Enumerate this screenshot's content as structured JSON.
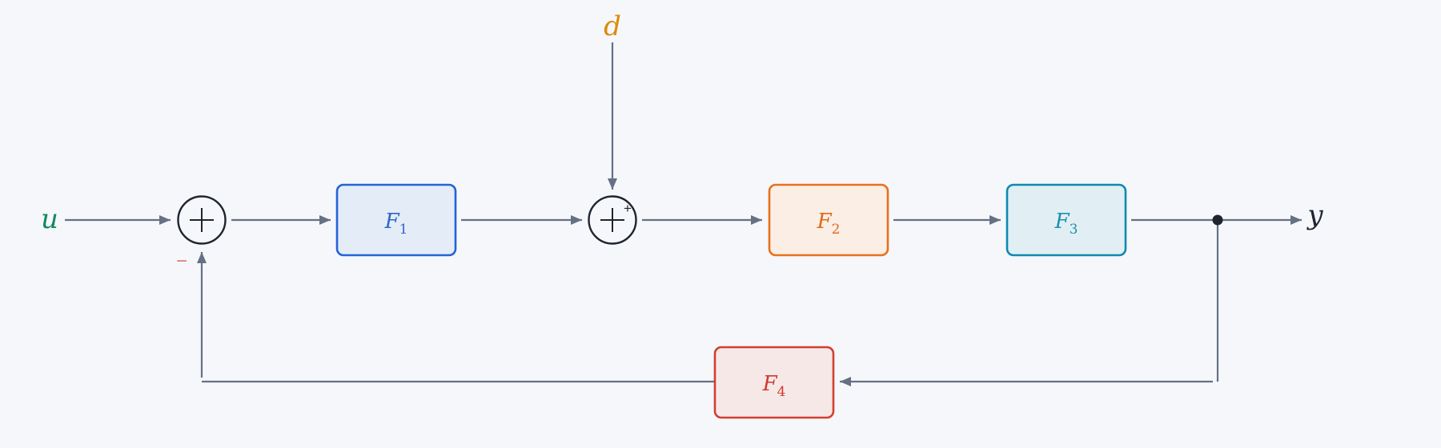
{
  "signals": {
    "input": "u",
    "disturbance": "d",
    "output": "y"
  },
  "blocks": [
    {
      "id": "F1",
      "letter": "F",
      "sub": "1",
      "stroke": "#2563d6",
      "fill": "#e4ecf8",
      "text": "#2f66c9"
    },
    {
      "id": "F2",
      "letter": "F",
      "sub": "2",
      "stroke": "#e8711c",
      "fill": "#fbeee5",
      "text": "#de6a1a"
    },
    {
      "id": "F3",
      "letter": "F",
      "sub": "3",
      "stroke": "#0e8ab0",
      "fill": "#e1eff4",
      "text": "#1c8fb3"
    },
    {
      "id": "F4",
      "letter": "F",
      "sub": "4",
      "stroke": "#d23f2f",
      "fill": "#f7e8e8",
      "text": "#cf3a2e"
    }
  ],
  "summing_junctions": {
    "sum1": {
      "feedback_sign": "−"
    },
    "sum2": {
      "disturbance_sign": "+"
    }
  },
  "colors": {
    "input": "#13895a",
    "disturbance": "#dc8a0c",
    "output": "#1f2430",
    "negative_sign": "#e0787b",
    "wire": "#667085"
  }
}
